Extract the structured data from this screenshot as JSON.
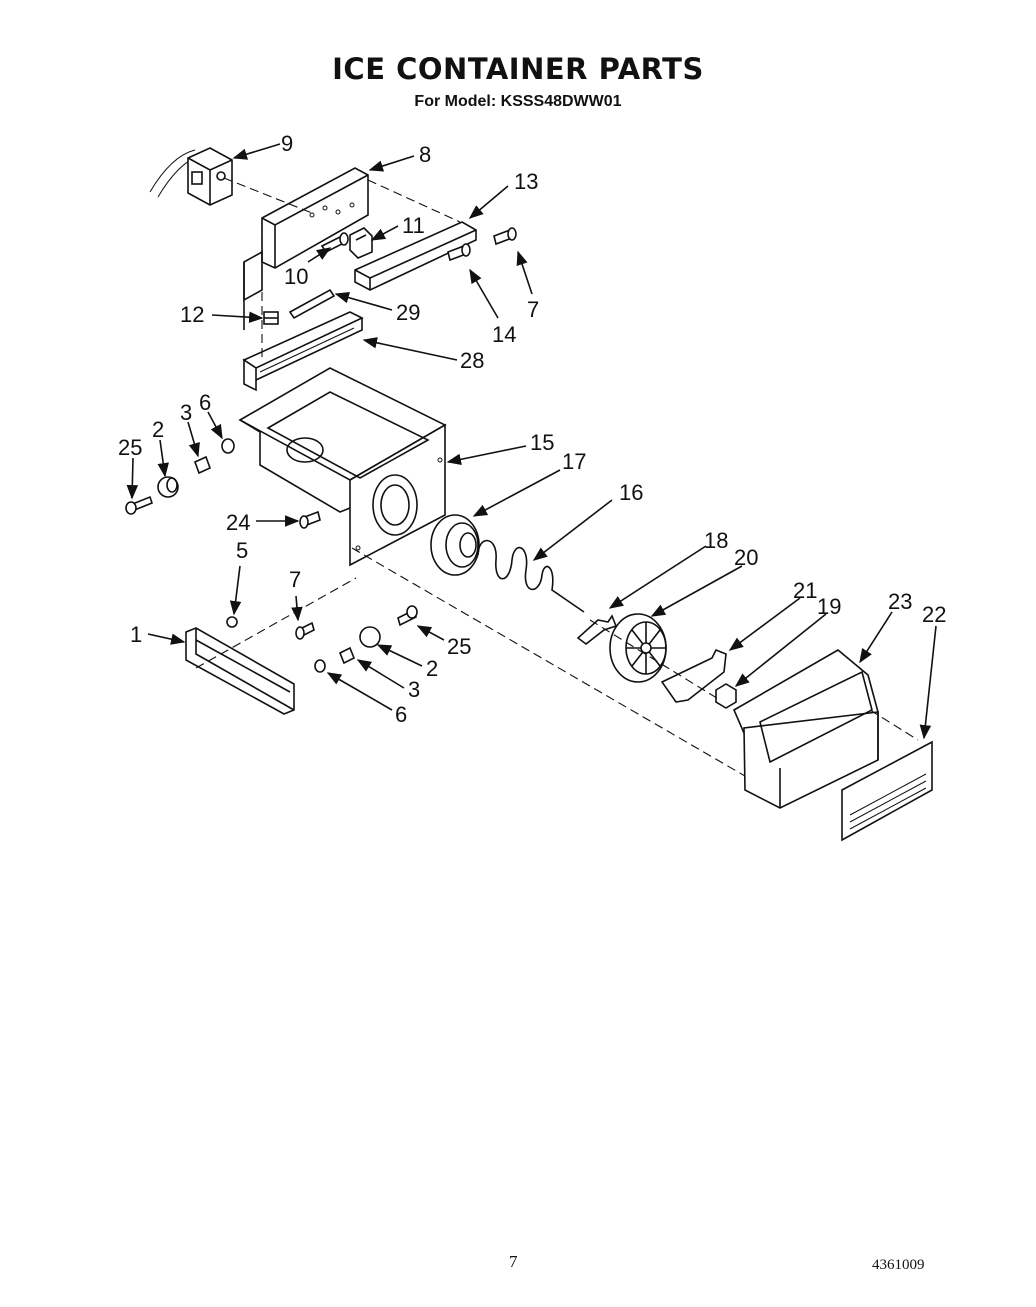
{
  "header": {
    "title": "ICE CONTAINER PARTS",
    "subtitle": "For Model: KSSS48DWW01"
  },
  "footer": {
    "page_number": "7",
    "document_number": "4361009"
  },
  "callouts": {
    "c1": "1",
    "c2a": "2",
    "c2b": "2",
    "c3a": "3",
    "c3b": "3",
    "c5": "5",
    "c6a": "6",
    "c6b": "6",
    "c7a": "7",
    "c7b": "7",
    "c8": "8",
    "c9": "9",
    "c10": "10",
    "c11": "11",
    "c12": "12",
    "c13": "13",
    "c14": "14",
    "c15": "15",
    "c16": "16",
    "c17": "17",
    "c18": "18",
    "c19": "19",
    "c20": "20",
    "c21": "21",
    "c22": "22",
    "c23": "23",
    "c24": "24",
    "c25a": "25",
    "c25b": "25",
    "c28": "28",
    "c29": "29"
  }
}
